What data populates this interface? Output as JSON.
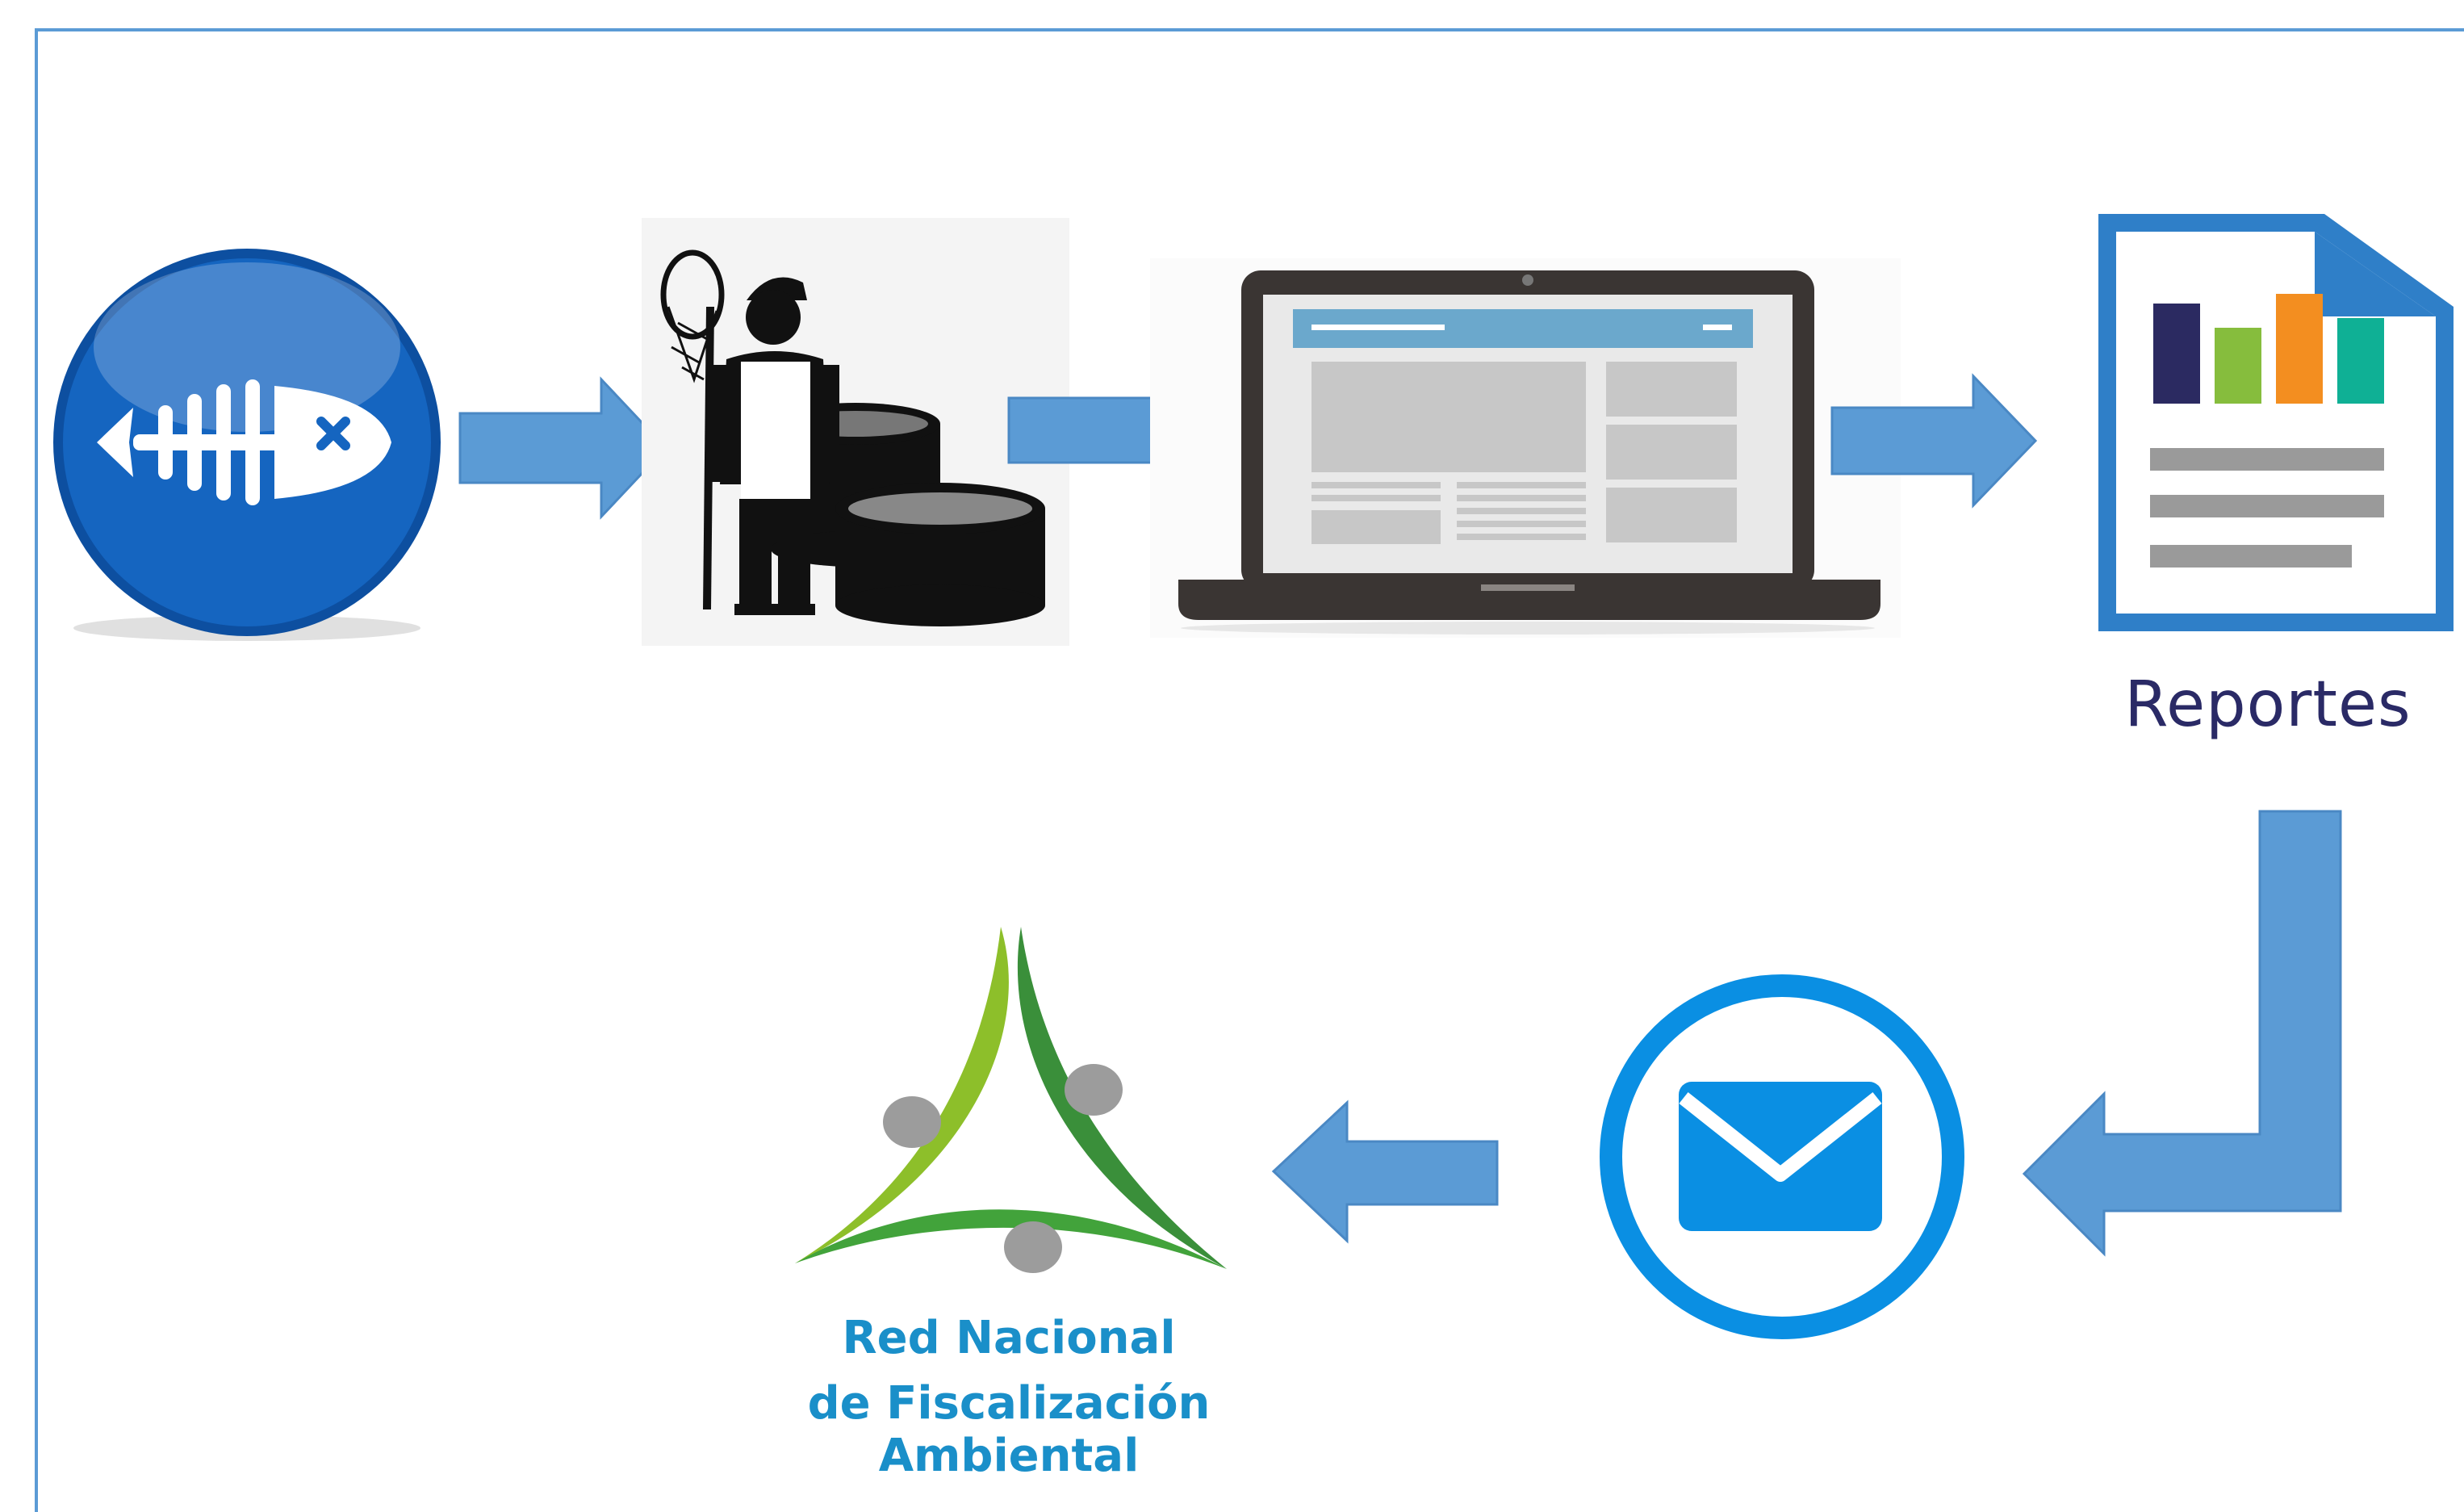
{
  "colors": {
    "frame": "#5b9bd5",
    "arrow": "#5b9bd5",
    "arrow_outline": "#4a88c4",
    "fish_badge": "#1565c0",
    "report_border": "#2f7fc8",
    "report_bars": [
      "#2b2a61",
      "#86bd3d",
      "#f38e20",
      "#0fb095"
    ],
    "mail": "#0a8fe3",
    "logo_light_green": "#8dbf2a",
    "logo_dark_green": "#3a8f3a",
    "logo_dots": "#9c9c9c",
    "logo_text": "#1a8fc9",
    "reportes_text": "#2a2a66"
  },
  "nodes": [
    {
      "id": "fish",
      "icon": "fish-skeleton-badge-icon"
    },
    {
      "id": "fisher",
      "icon": "fisherman-with-net-icon"
    },
    {
      "id": "laptop",
      "icon": "laptop-dashboard-icon"
    },
    {
      "id": "report",
      "icon": "report-document-icon",
      "label": "Reportes"
    },
    {
      "id": "mail",
      "icon": "envelope-circle-icon"
    },
    {
      "id": "rnfa",
      "icon": "rnfa-logo-icon",
      "label_line1": "Red Nacional",
      "label_line2": "de Fiscalización Ambiental"
    }
  ],
  "flow": [
    "fish",
    "fisher",
    "laptop",
    "report",
    "mail",
    "rnfa"
  ]
}
